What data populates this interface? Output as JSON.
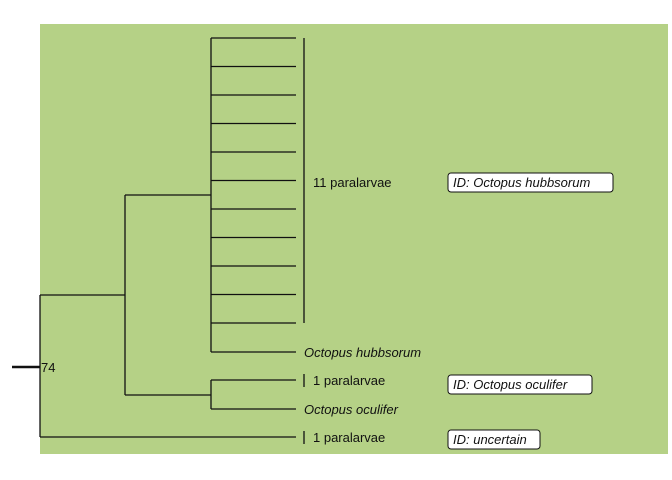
{
  "colors": {
    "panel": "#b5d186",
    "line": "#111111",
    "box_fill": "#ffffff"
  },
  "tree": {
    "bootstrap": "74",
    "groups": {
      "hubbsorum_clade": {
        "label": "11 paralarvae",
        "id_label": "ID: Octopus hubbsorum",
        "tip_count": 11
      },
      "oculifer_clade": {
        "label": "1 paralarvae",
        "id_label": "ID: Octopus oculifer"
      },
      "uncertain": {
        "label": "1 paralarvae",
        "id_label": "ID: uncertain"
      }
    },
    "species": {
      "hubbsorum": "Octopus hubbsorum",
      "oculifer": "Octopus oculifer"
    }
  }
}
